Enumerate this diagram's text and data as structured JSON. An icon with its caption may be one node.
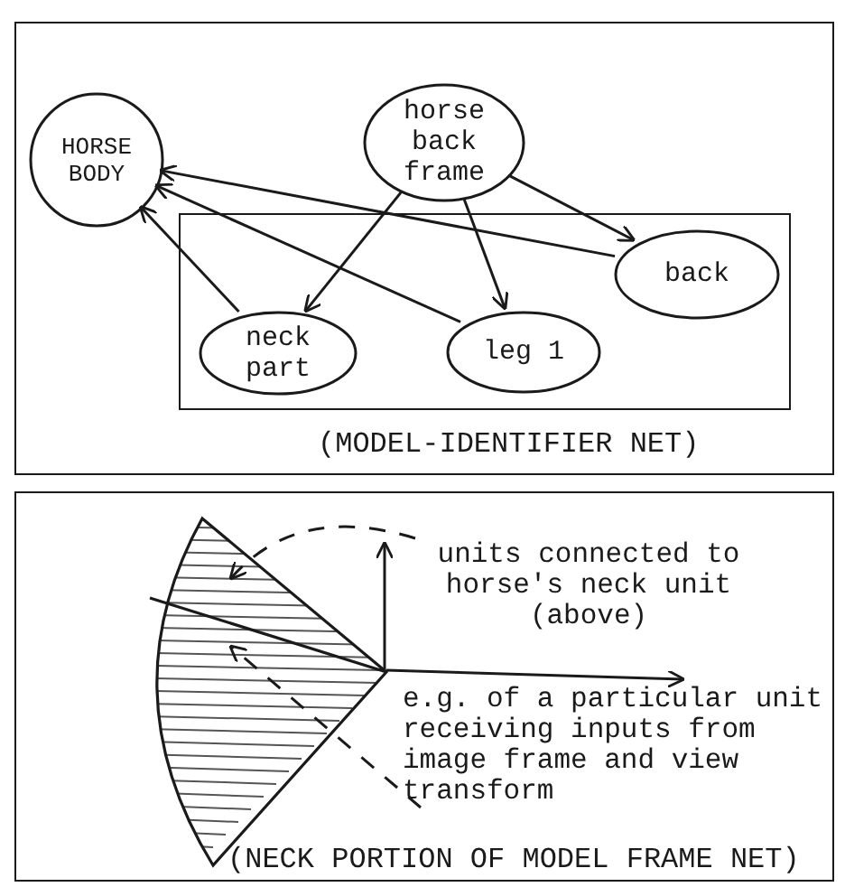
{
  "diagram": {
    "nodes": [
      {
        "text": [
          "(MODEL-IDENTIFIER NET)"
        ]
      },
      {
        "text": [
          "HORSE BODY"
        ],
        "in": 0
      },
      {
        "text": [
          "horse back frame"
        ],
        "in": 0
      },
      {
        "text": [],
        "shape": "box",
        "in": 0
      },
      {
        "text": [
          "neck part"
        ],
        "in": 3
      },
      {
        "text": [
          "leg 1"
        ],
        "in": 3
      },
      {
        "text": [
          "back"
        ],
        "in": 3
      },
      {
        "text": [
          "(NECK PORTION OF MODEL FRAME NET)"
        ]
      },
      {
        "text": [
          "units connected to horse's neck unit (above)"
        ],
        "in": 7
      },
      {
        "text": [
          "e.g. of a particular unit receiving inputs from image frame and view transform"
        ],
        "in": 7
      },
      {
        "text": [],
        "shape": "wedge",
        "in": 7
      }
    ],
    "edges": [
      {
        "from": 2,
        "to": 4,
        "arrow": "to"
      },
      {
        "from": 2,
        "to": 5,
        "arrow": "to"
      },
      {
        "from": 2,
        "to": 6,
        "arrow": "to"
      },
      {
        "from": 4,
        "to": 1,
        "arrow": "to"
      },
      {
        "from": 5,
        "to": 1,
        "arrow": "to"
      },
      {
        "from": 6,
        "to": 1,
        "arrow": "to"
      },
      {
        "from": 10,
        "to": 8,
        "arrow": "to"
      },
      {
        "from": 10,
        "to": 9,
        "arrow": "to"
      },
      {
        "from": 8,
        "to": 10,
        "arrow": "to",
        "style": "dashed"
      },
      {
        "from": 9,
        "to": 10,
        "arrow": "to",
        "style": "dashed"
      }
    ]
  }
}
